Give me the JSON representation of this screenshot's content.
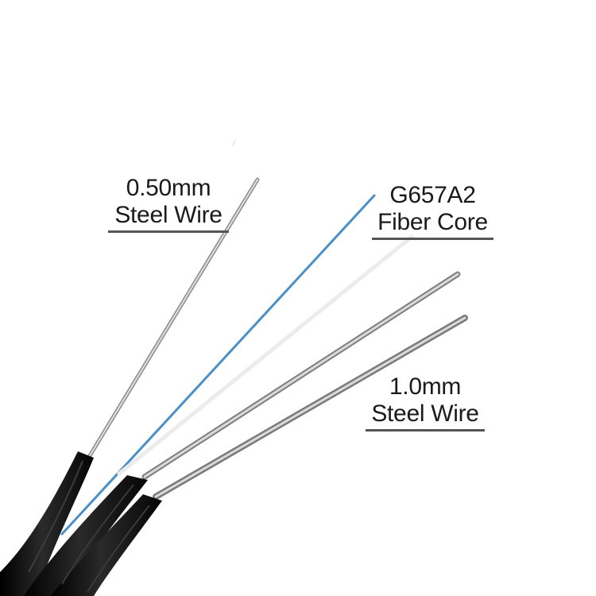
{
  "labels": {
    "steel_wire_small": {
      "line1": "0.50mm",
      "line2": "Steel Wire"
    },
    "fiber_core": {
      "line1": "G657A2",
      "line2": "Fiber Core"
    },
    "steel_wire_large": {
      "line1": "1.0mm",
      "line2": "Steel Wire"
    }
  },
  "colors": {
    "background": "#ffffff",
    "cable_jacket": "#111111",
    "steel_wire": "#a8a8a8",
    "fiber_core": "#4a8fc8",
    "label_text": "#1a1a1a",
    "label_underline": "#555555"
  }
}
